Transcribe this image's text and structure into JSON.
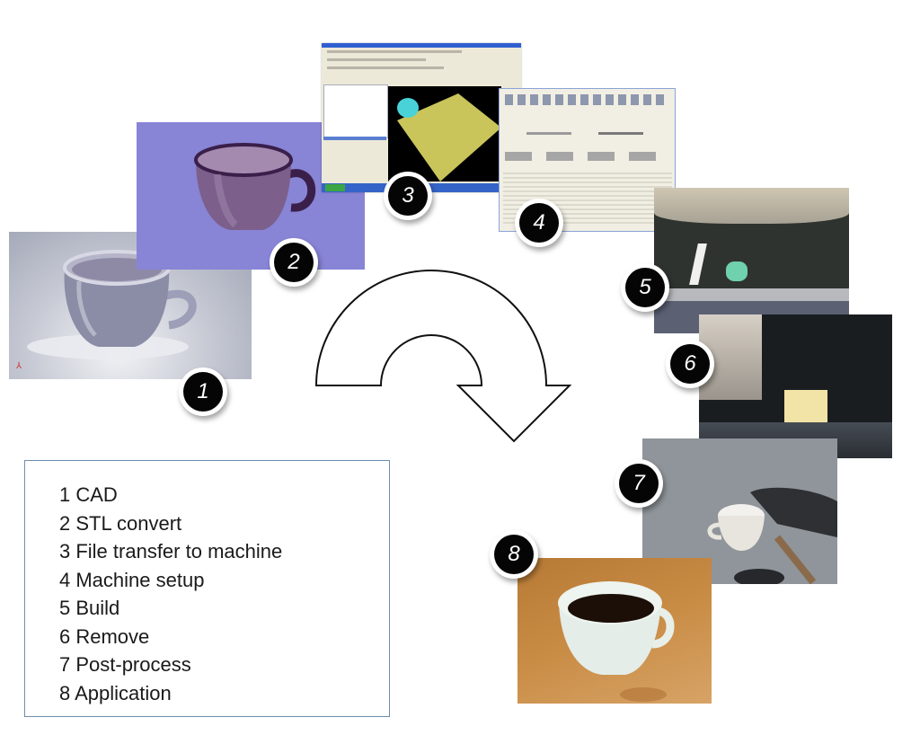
{
  "diagram": {
    "title": "Additive manufacturing process chain",
    "steps": [
      {
        "number": "1",
        "label": "CAD",
        "image": "cad-cup-render"
      },
      {
        "number": "2",
        "label": "STL convert",
        "image": "stl-cup-mesh"
      },
      {
        "number": "3",
        "label": "File transfer to machine",
        "image": "build-software-screen"
      },
      {
        "number": "4",
        "label": "Machine setup",
        "image": "machine-setup-screen"
      },
      {
        "number": "5",
        "label": "Build",
        "image": "printer-build-chamber"
      },
      {
        "number": "6",
        "label": "Remove",
        "image": "part-removal-photo"
      },
      {
        "number": "7",
        "label": "Post-process",
        "image": "support-removal-photo"
      },
      {
        "number": "8",
        "label": "Application",
        "image": "coffee-cup-photo"
      }
    ],
    "legend": [
      "1 CAD",
      "2 STL convert",
      "3 File transfer to machine",
      "4 Machine setup",
      "5 Build",
      "6 Remove",
      "7 Post-process",
      "8 Application"
    ],
    "colors": {
      "badge": "#050505",
      "legend_border": "#6f8dab",
      "stl_background": "#8884d6",
      "coffee_table": "#c98c45"
    }
  }
}
